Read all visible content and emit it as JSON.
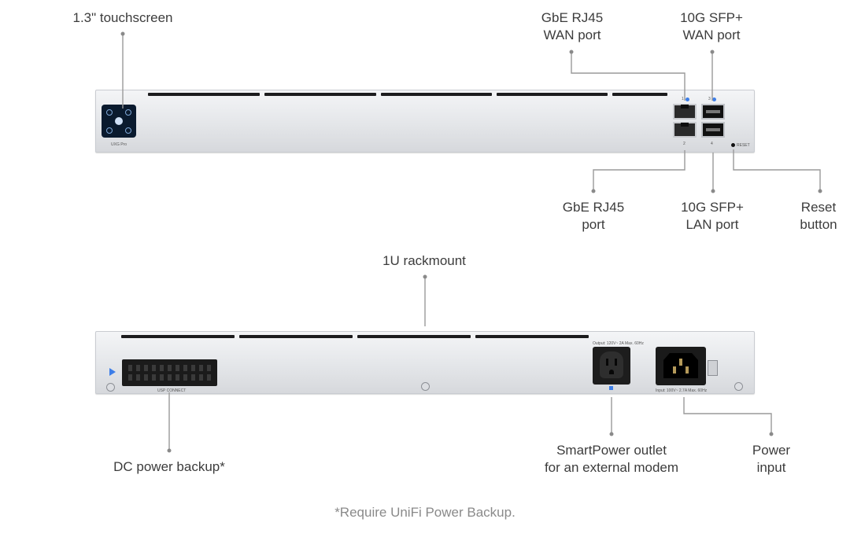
{
  "front_labels": {
    "touchscreen": "1.3\" touchscreen",
    "gbe_wan_line1": "GbE RJ45",
    "gbe_wan_line2": "WAN port",
    "sfp_wan_line1": "10G SFP+",
    "sfp_wan_line2": "WAN port",
    "gbe_port_line1": "GbE RJ45",
    "gbe_port_line2": "port",
    "sfp_lan_line1": "10G SFP+",
    "sfp_lan_line2": "LAN port",
    "reset_line1": "Reset",
    "reset_line2": "button"
  },
  "rear_labels": {
    "rackmount": "1U rackmount",
    "dc_backup": "DC power backup*",
    "smartpower_line1": "SmartPower outlet",
    "smartpower_line2": "for an external modem",
    "power_line1": "Power",
    "power_line2": "input"
  },
  "device_markings": {
    "model": "UXG Pro",
    "reset": "RESET",
    "port_1": "1",
    "port_2": "2",
    "port_3": "3",
    "port_4": "4",
    "usp_connect": "USP CONNECT",
    "outlet_rating": "Output: 120V~ 2A Max. 60Hz",
    "input_rating": "Input: 100V~ 2.7A Max. 60Hz"
  },
  "footnote": "*Require UniFi Power Backup.",
  "colors": {
    "led_blue": "#3d7ee8",
    "leader_line": "#9a9a9a",
    "panel_silver": "#e4e6e9"
  }
}
